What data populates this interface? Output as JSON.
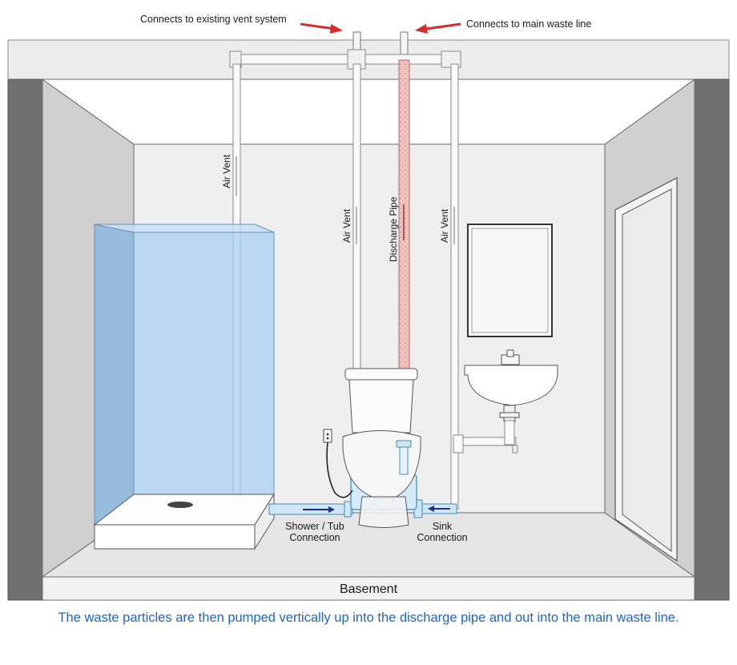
{
  "labels": {
    "vent_system": "Connects to existing vent system",
    "waste_line": "Connects to main waste line",
    "air_vent": "Air Vent",
    "discharge_pipe": "Discharge Pipe",
    "shower_line1": "Shower / Tub",
    "shower_line2": "Connection",
    "sink_line1": "Sink",
    "sink_line2": "Connection",
    "basement": "Basement"
  },
  "caption": "The waste particles are then pumped vertically up into the discharge pipe and out into the main waste line.",
  "colors": {
    "caption": "#1a66cc",
    "arrow": "#d92b2b",
    "discharge": "#f2c2c2",
    "shower_glass": "#9cc6ee",
    "flow_arrow": "#1f2f8a",
    "wall_dark": "#707070"
  }
}
